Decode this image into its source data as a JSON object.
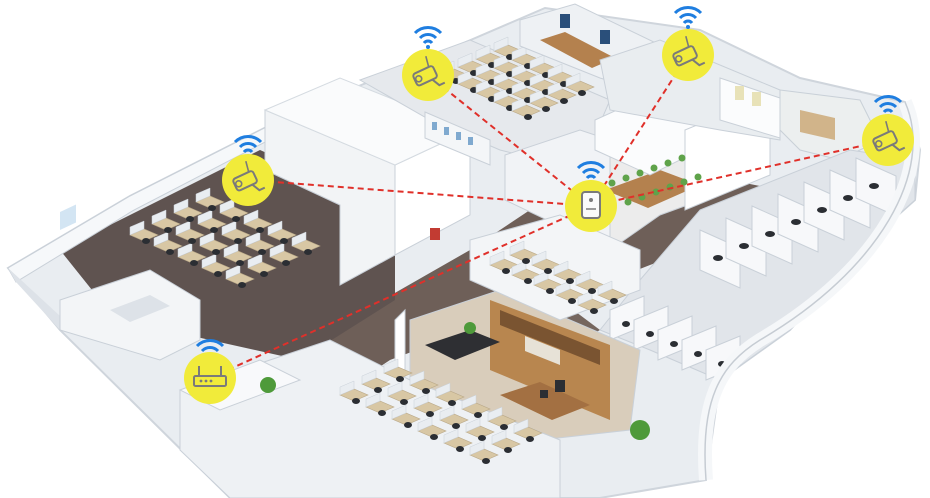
{
  "colors": {
    "background": "#ffffff",
    "wall": "#f4f6f8",
    "wall_shadow": "#cfd5dc",
    "floor_carpet": "#6e5f58",
    "desk_top": "#d8c7a4",
    "desk_panel": "#e9edf1",
    "chair": "#2b2e33",
    "accent_wood": "#b4814e",
    "plant": "#4e9a3a",
    "node_fill": "#f1eb3a",
    "node_icon": "#7a7a7a",
    "wifi": "#1f7ee0",
    "link_line": "#e0302a"
  },
  "nodes": [
    {
      "id": "nvr-recorder",
      "icon": "nvr-icon"
    },
    {
      "id": "camera-north-left",
      "icon": "bullet-camera-icon"
    },
    {
      "id": "camera-west",
      "icon": "bullet-camera-icon"
    },
    {
      "id": "repeater-center",
      "icon": "repeater-icon"
    },
    {
      "id": "camera-north-right",
      "icon": "bullet-camera-icon"
    },
    {
      "id": "camera-east",
      "icon": "bullet-camera-icon"
    }
  ],
  "links": [
    [
      "nvr-recorder",
      "repeater-center"
    ],
    [
      "camera-west",
      "repeater-center"
    ],
    [
      "camera-north-left",
      "repeater-center"
    ],
    [
      "camera-north-right",
      "repeater-center"
    ],
    [
      "camera-east",
      "repeater-center"
    ]
  ]
}
